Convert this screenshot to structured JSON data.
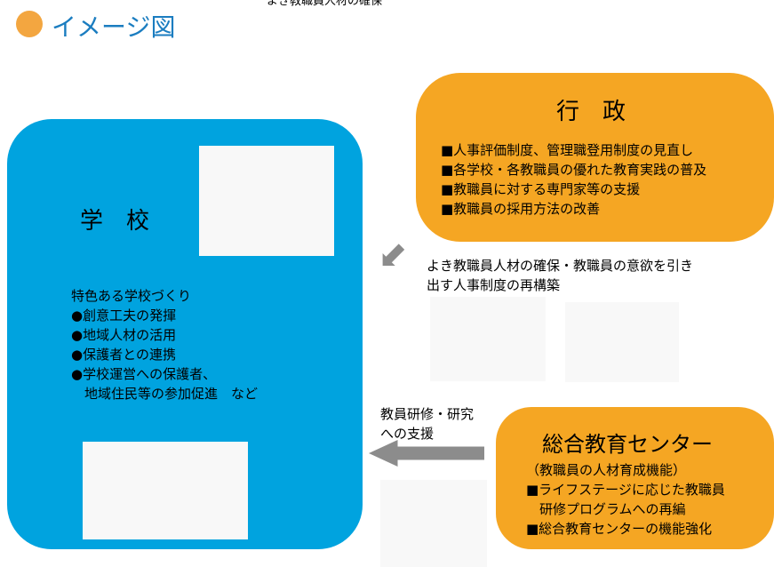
{
  "top": "よき教職員人材の確保",
  "title": "イメージ図",
  "school": {
    "name": "学　校",
    "items": [
      "特色ある学校づくり",
      "●創意工夫の発揮",
      "●地域人材の活用",
      "●保護者との連携",
      "●学校運営への保護者、",
      "　地域住民等の参加促進　など"
    ]
  },
  "admin": {
    "name": "行　政",
    "items": [
      "■人事評価制度、管理職登用制度の見直し",
      "■各学校・各教職員の優れた教育実践の普及",
      "■教職員に対する専門家等の支援",
      "■教職員の採用方法の改善"
    ]
  },
  "mid": [
    "よき教職員人材の確保・教職員の意欲を引き",
    "出す人事制度の再構築"
  ],
  "left": [
    "教員研修・研究",
    "への支援"
  ],
  "center": {
    "name": "総合教育センター",
    "items": [
      "（教職員の人材育成機能）",
      "■ライフステージに応じた教職員",
      "　研修プログラムへの再編",
      "■総合教育センターの機能強化"
    ]
  }
}
